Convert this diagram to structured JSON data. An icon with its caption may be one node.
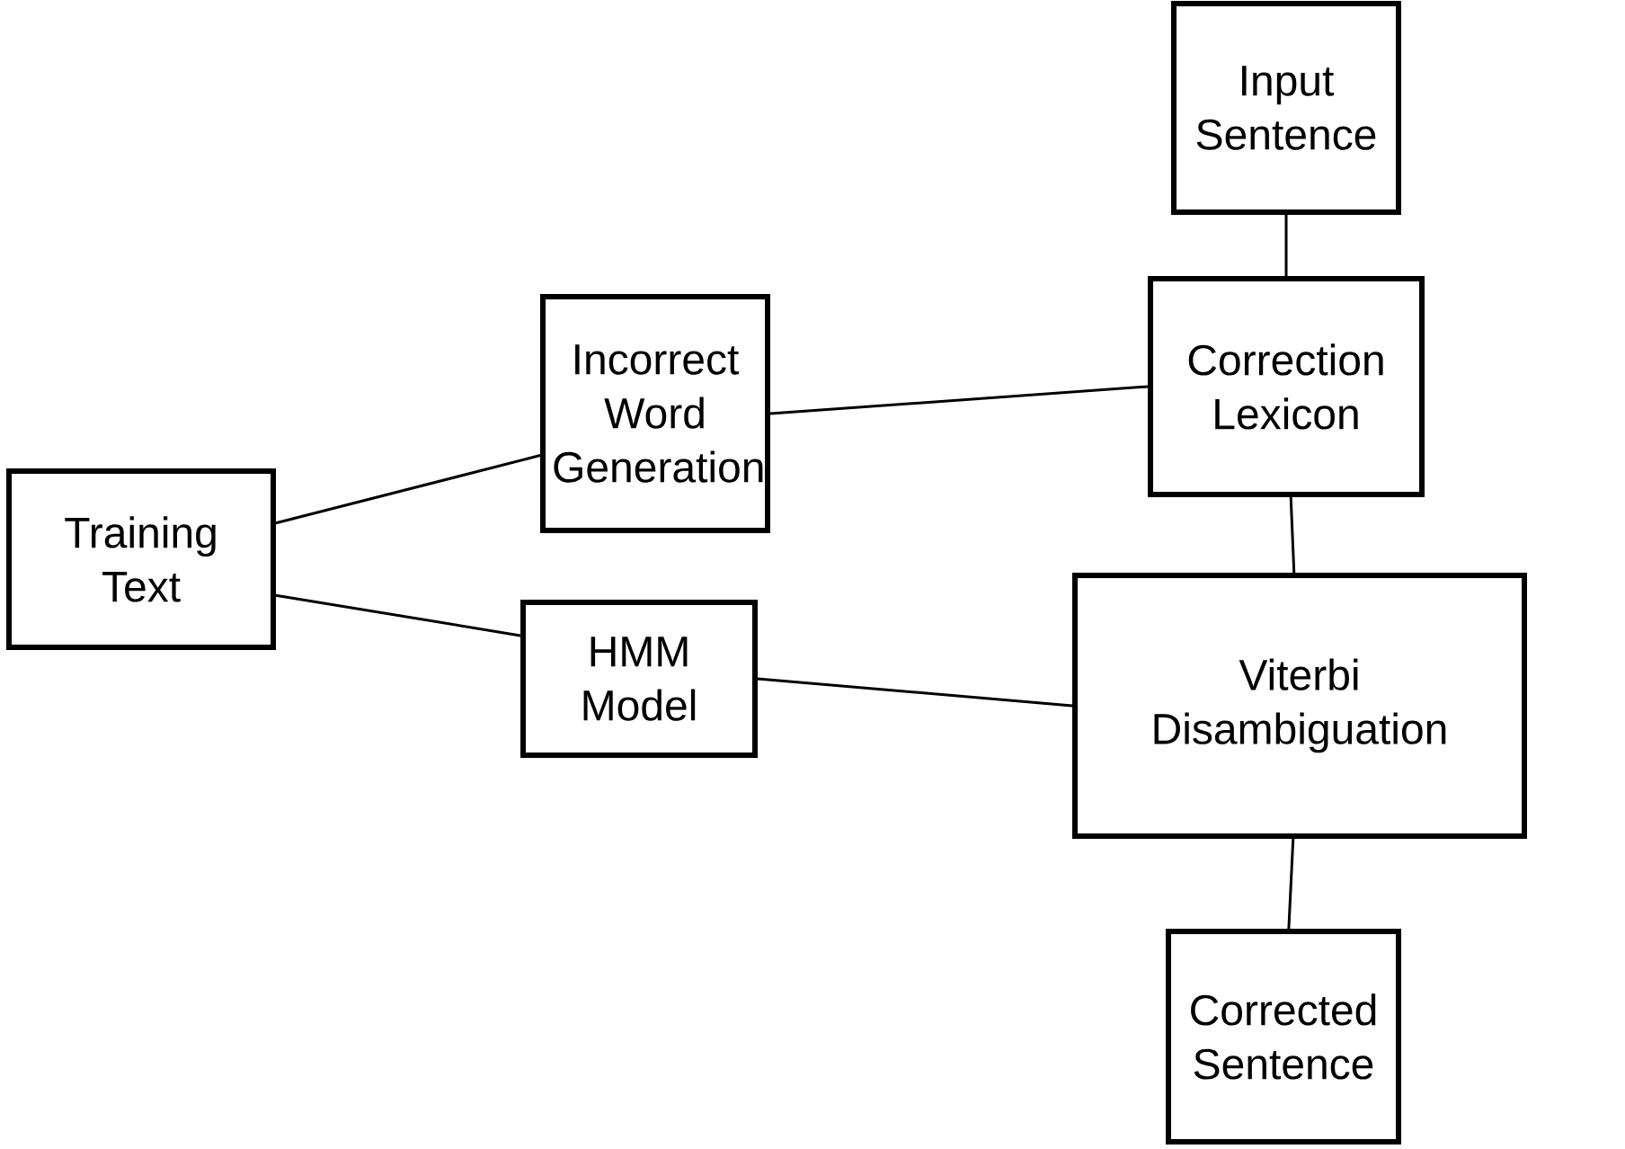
{
  "diagram": {
    "nodes": [
      {
        "text": [
          "Input Sentence"
        ]
      },
      {
        "text": [
          "Incorrect Word Generation"
        ]
      },
      {
        "text": [
          "Correction Lexicon"
        ]
      },
      {
        "text": [
          "Training Text"
        ]
      },
      {
        "text": [
          "HMM Model"
        ]
      },
      {
        "text": [
          "Viterbi Disambiguation"
        ]
      },
      {
        "text": [
          "Corrected Sentence"
        ]
      }
    ],
    "edges": [
      {
        "from": 0,
        "to": 2,
        "arrow": "none"
      },
      {
        "from": 1,
        "to": 2,
        "arrow": "none"
      },
      {
        "from": 3,
        "to": 1,
        "arrow": "none"
      },
      {
        "from": 3,
        "to": 4,
        "arrow": "none"
      },
      {
        "from": 2,
        "to": 5,
        "arrow": "none"
      },
      {
        "from": 4,
        "to": 5,
        "arrow": "none"
      },
      {
        "from": 5,
        "to": 6,
        "arrow": "none"
      }
    ]
  }
}
